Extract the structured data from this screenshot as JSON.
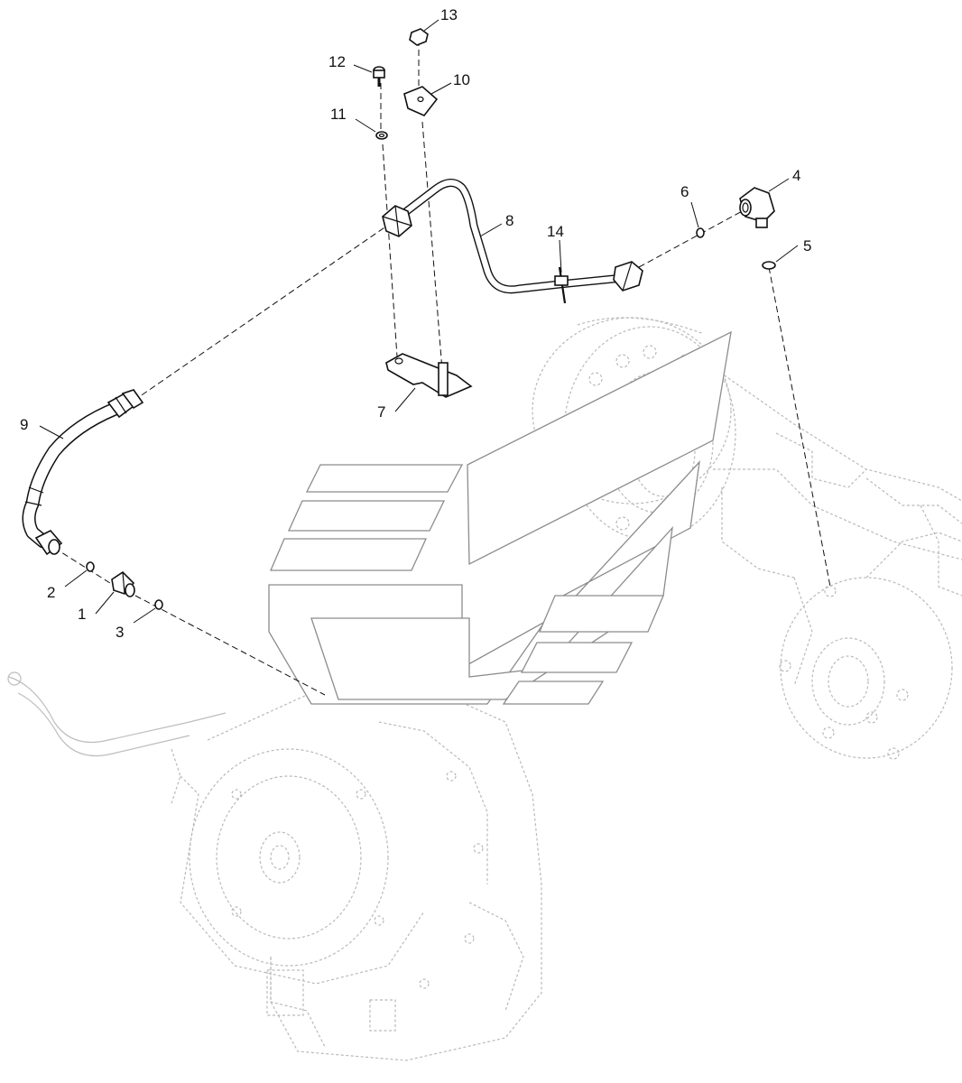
{
  "callouts": [
    {
      "id": "1",
      "text": "1"
    },
    {
      "id": "2",
      "text": "2"
    },
    {
      "id": "3",
      "text": "3"
    },
    {
      "id": "4",
      "text": "4"
    },
    {
      "id": "5",
      "text": "5"
    },
    {
      "id": "6",
      "text": "6"
    },
    {
      "id": "7",
      "text": "7"
    },
    {
      "id": "8",
      "text": "8"
    },
    {
      "id": "9",
      "text": "9"
    },
    {
      "id": "10",
      "text": "10"
    },
    {
      "id": "11",
      "text": "11"
    },
    {
      "id": "12",
      "text": "12"
    },
    {
      "id": "13",
      "text": "13"
    },
    {
      "id": "14",
      "text": "14"
    }
  ],
  "colors": {
    "ink": "#111111",
    "ghost": "#b9b9b9",
    "watermark": "#8c8c8c"
  }
}
